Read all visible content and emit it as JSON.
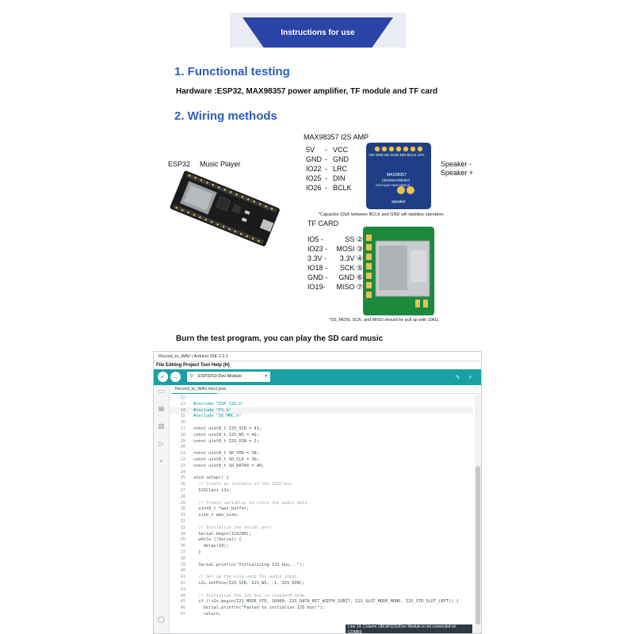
{
  "banner": {
    "title": "Instructions for use"
  },
  "section1": {
    "heading": "1. Functional testing",
    "hardware": "Hardware :ESP32, MAX98357 power amplifier, TF module and TF card"
  },
  "section2": {
    "heading": "2. Wiring methods"
  },
  "esp": {
    "label": "ESP32",
    "player": "Music Player"
  },
  "amp": {
    "title": "MAX98357 I2S AMP",
    "left_pins": [
      "5V",
      "GND",
      "IO22",
      "IO25",
      "IO26"
    ],
    "dashes": [
      "-",
      "-",
      "-",
      "-",
      "-"
    ],
    "right_pins": [
      "VCC",
      "GND",
      "LRC",
      "DIN",
      "BCLK"
    ],
    "speaker_minus": "Speaker -",
    "speaker_plus": "Speaker +",
    "note": "*Capacitor 22pF between BCLK and GND will stabilize operation.",
    "board_pins": "VIN GND SD GAIN DIN BCLK LRC",
    "board_chip": "MAX98357",
    "board_sub": "(3034MAX98357)",
    "board_code": "S4373(4A.Y823,258(1)3",
    "board_speaker": "speaker"
  },
  "tf": {
    "title": "TF CARD",
    "left_pins": [
      "IO5 -",
      "IO23 -",
      "3.3V -",
      "IO18 -",
      "GND -",
      "IO19-"
    ],
    "right_pins": [
      "SS ②",
      "MOSI ③",
      "3.3V ④",
      "SCK ⑤",
      "GND ⑥",
      "MISO ⑦"
    ],
    "note": "*SS, MOSI, SCK, and MISO should be pull up with 10kΩ."
  },
  "burn": {
    "text": "Burn the test program, you can play the SD card music"
  },
  "ide": {
    "title": "Record_to_WAV | Arduino IDE 2.3.2",
    "menu": "File Editing Project Tool Help (H)",
    "board": "ESP32S3 Dev Module",
    "tabs": [
      "Record_to_WAV.ino",
      "ci.json"
    ],
    "status": "Line 14, Column 18ESP32S3Dev Module is not connected on COM69",
    "lines": [
      {
        "n": "12",
        "t": ""
      },
      {
        "n": "13",
        "t": "#include \"ESP_I2S.h\""
      },
      {
        "n": "14",
        "t": "#include \"FS.h\""
      },
      {
        "n": "15",
        "t": "#include \"SD_MMC.h\""
      },
      {
        "n": "16",
        "t": ""
      },
      {
        "n": "17",
        "t": "const uint8_t I2S_SCK = 41;"
      },
      {
        "n": "18",
        "t": "const uint8_t I2S_WS = 42;"
      },
      {
        "n": "19",
        "t": "const uint8_t I2S_DIN = 2;"
      },
      {
        "n": "20",
        "t": ""
      },
      {
        "n": "21",
        "t": "const uint8_t SD_CMD = 38;"
      },
      {
        "n": "22",
        "t": "const uint8_t SD_CLK = 39;"
      },
      {
        "n": "23",
        "t": "const uint8_t SD_DATA0 = 40;"
      },
      {
        "n": "24",
        "t": ""
      },
      {
        "n": "25",
        "t": "void setup() {"
      },
      {
        "n": "26",
        "t": "  // Create an instance of the I2SClass"
      },
      {
        "n": "27",
        "t": "  I2SClass i2s;"
      },
      {
        "n": "28",
        "t": ""
      },
      {
        "n": "29",
        "t": "  // Create variables to store the audio data"
      },
      {
        "n": "30",
        "t": "  uint8_t *wav_buffer;"
      },
      {
        "n": "31",
        "t": "  size_t wav_size;"
      },
      {
        "n": "32",
        "t": ""
      },
      {
        "n": "33",
        "t": "  // Initialize the serial port"
      },
      {
        "n": "34",
        "t": "  Serial.begin(115200);"
      },
      {
        "n": "35",
        "t": "  while (!Serial) {"
      },
      {
        "n": "36",
        "t": "    delay(10);"
      },
      {
        "n": "37",
        "t": "  }"
      },
      {
        "n": "38",
        "t": ""
      },
      {
        "n": "39",
        "t": "  Serial.println(\"Initializing I2S bus...\");"
      },
      {
        "n": "40",
        "t": ""
      },
      {
        "n": "41",
        "t": "  // Set up the pins used for audio input"
      },
      {
        "n": "42",
        "t": "  i2s.setPins(I2S_SCK, I2S_WS, -1, I2S_DIN);"
      },
      {
        "n": "43",
        "t": ""
      },
      {
        "n": "44",
        "t": "  // Initialize the I2S bus in standard mode"
      },
      {
        "n": "45",
        "t": "  if (!i2s.begin(I2S_MODE_STD, 16000, I2S_DATA_BIT_WIDTH_32BIT, I2S_SLOT_MODE_MONO, I2S_STD_SLOT_LEFT)) {"
      },
      {
        "n": "46",
        "t": "    Serial.println(\"Failed to initialize I2S bus!\");"
      },
      {
        "n": "47",
        "t": "    return;"
      }
    ]
  },
  "colors": {
    "heading": "#2b5cbb",
    "banner": "#2b44a8",
    "ide_teal": "#17a1a5",
    "amp_board": "#1e3f86",
    "tf_board": "#1d8a3b"
  }
}
